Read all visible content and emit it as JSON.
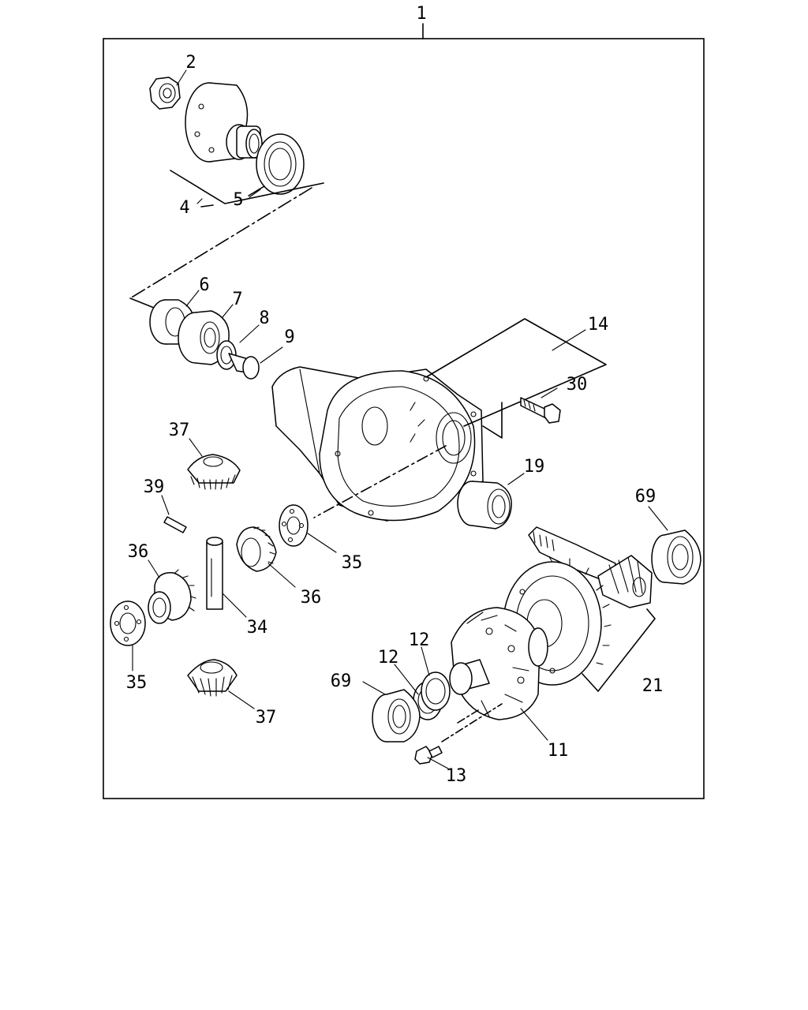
{
  "diagram": {
    "callouts": [
      {
        "id": "1",
        "text": "1"
      },
      {
        "id": "2",
        "text": "2"
      },
      {
        "id": "4",
        "text": "4"
      },
      {
        "id": "5",
        "text": "5"
      },
      {
        "id": "6",
        "text": "6"
      },
      {
        "id": "7",
        "text": "7"
      },
      {
        "id": "8",
        "text": "8"
      },
      {
        "id": "9",
        "text": "9"
      },
      {
        "id": "14",
        "text": "14"
      },
      {
        "id": "30",
        "text": "30"
      },
      {
        "id": "37a",
        "text": "37"
      },
      {
        "id": "19",
        "text": "19"
      },
      {
        "id": "69a",
        "text": "69"
      },
      {
        "id": "39",
        "text": "39"
      },
      {
        "id": "35a",
        "text": "35"
      },
      {
        "id": "36a",
        "text": "36"
      },
      {
        "id": "36b",
        "text": "36"
      },
      {
        "id": "34",
        "text": "34"
      },
      {
        "id": "35b",
        "text": "35"
      },
      {
        "id": "12a",
        "text": "12"
      },
      {
        "id": "12b",
        "text": "12"
      },
      {
        "id": "69b",
        "text": "69"
      },
      {
        "id": "21",
        "text": "21"
      },
      {
        "id": "37b",
        "text": "37"
      },
      {
        "id": "11",
        "text": "11"
      },
      {
        "id": "13",
        "text": "13"
      }
    ]
  }
}
